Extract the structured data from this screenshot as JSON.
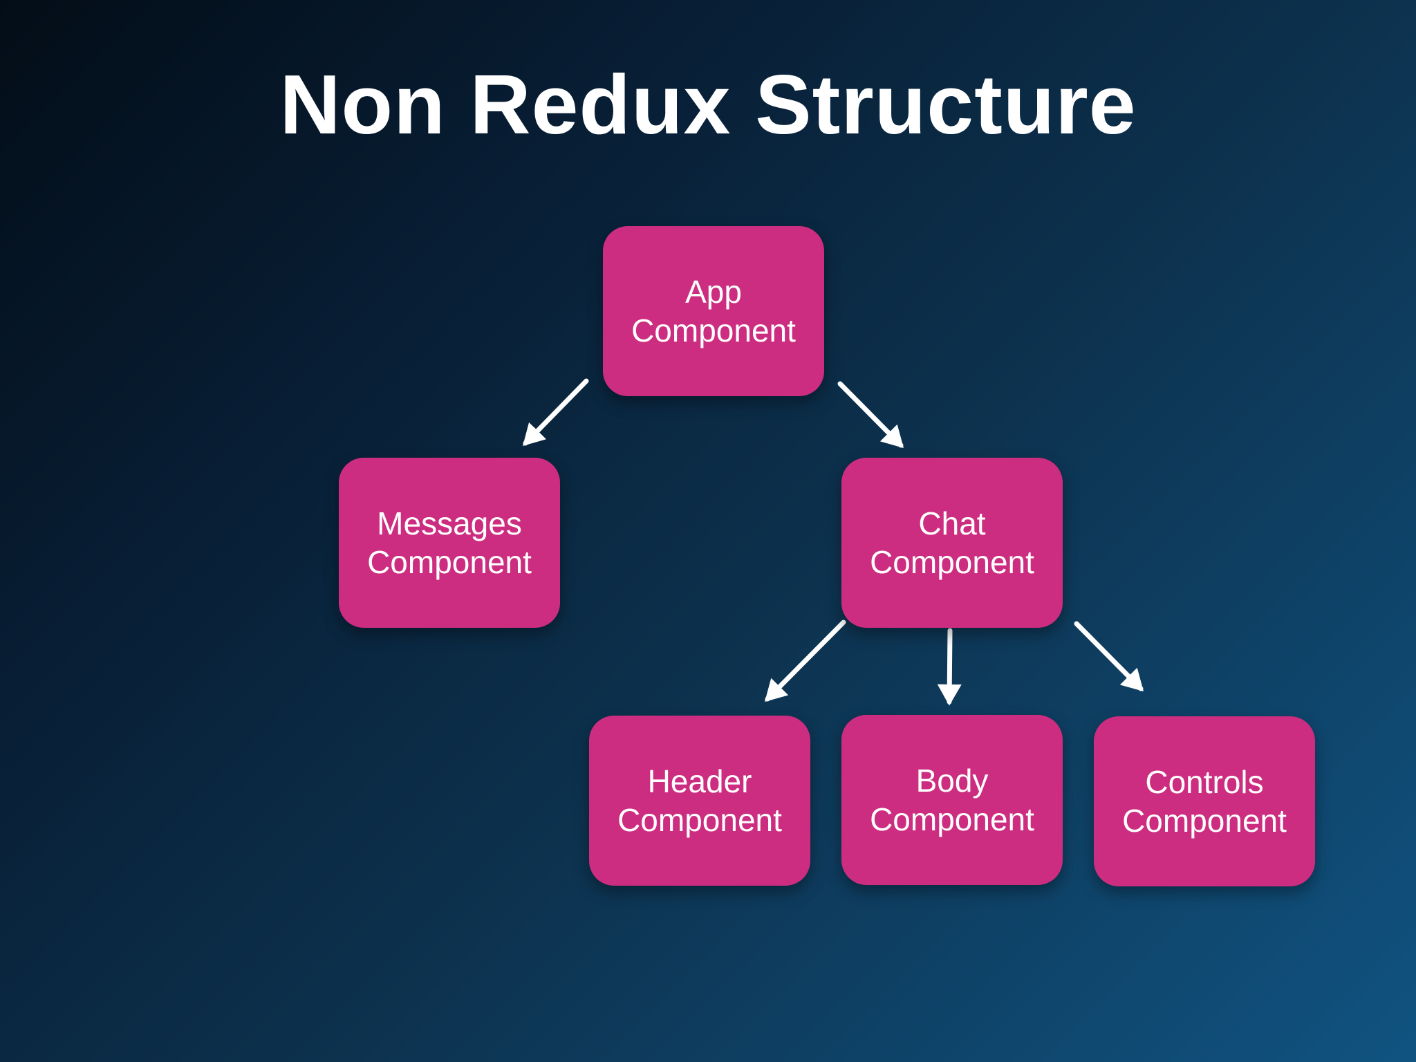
{
  "slide": {
    "title": "Non Redux Structure",
    "colors": {
      "background_top_left": "#030d17",
      "background_bottom_right": "#105381",
      "node_fill": "#cc2d80",
      "node_text": "#ffffff",
      "title_text": "#ffffff",
      "arrow": "#ffffff"
    },
    "nodes": {
      "app": {
        "label": "App Component"
      },
      "messages": {
        "label": "Messages Component"
      },
      "chat": {
        "label": "Chat Component"
      },
      "header": {
        "label": "Header Component"
      },
      "body": {
        "label": "Body Component"
      },
      "controls": {
        "label": "Controls Component"
      }
    },
    "edges": [
      {
        "from": "app",
        "to": "messages"
      },
      {
        "from": "app",
        "to": "chat"
      },
      {
        "from": "chat",
        "to": "header"
      },
      {
        "from": "chat",
        "to": "body"
      },
      {
        "from": "chat",
        "to": "controls"
      }
    ]
  }
}
